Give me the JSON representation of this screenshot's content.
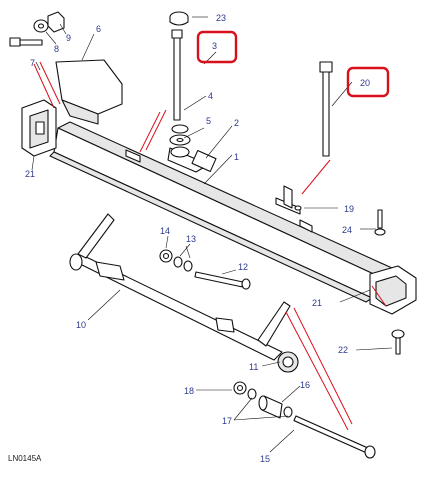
{
  "figure_code": "LN0145A",
  "highlight_color": "#d8101b",
  "label_color": "#2d3a8c",
  "callouts": {
    "c1": "1",
    "c2": "2",
    "c3": "3",
    "c4": "4",
    "c5": "5",
    "c6": "6",
    "c7": "7",
    "c8": "8",
    "c9": "9",
    "c10": "10",
    "c11": "11",
    "c12": "12",
    "c13": "13",
    "c14": "14",
    "c15": "15",
    "c16": "16",
    "c17": "17",
    "c18": "18",
    "c19": "19",
    "c20": "20",
    "c21a": "21",
    "c21b": "21",
    "c22": "22",
    "c23": "23",
    "c24": "24"
  },
  "highlighted_callouts": [
    "3",
    "20"
  ]
}
